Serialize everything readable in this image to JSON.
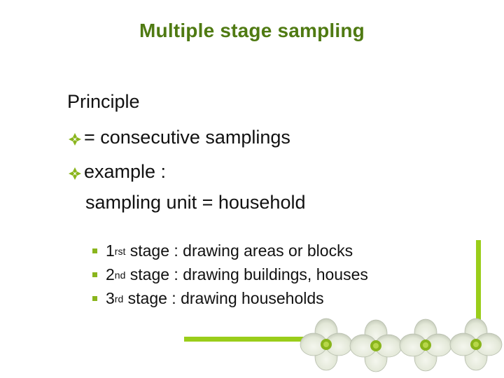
{
  "title": "Multiple stage sampling",
  "heading": "Principle",
  "bullets": [
    "= consecutive samplings",
    "example :"
  ],
  "sub_text": "sampling unit  = household",
  "stages": [
    {
      "num": "1",
      "sup": "rst",
      "text": " stage : drawing areas or blocks"
    },
    {
      "num": "2",
      "sup": "nd",
      "text": " stage : drawing buildings, houses"
    },
    {
      "num": "3",
      "sup": "rd",
      "text": " stage : drawing households"
    }
  ],
  "icons": {
    "bullet": "diamond-bullet-icon",
    "sub_bullet": "square-bullet-icon",
    "decoration": "dogwood-flower-icon"
  },
  "colors": {
    "title": "#4f7a12",
    "accent": "#9acd1a",
    "bullet": "#8ab51d"
  }
}
